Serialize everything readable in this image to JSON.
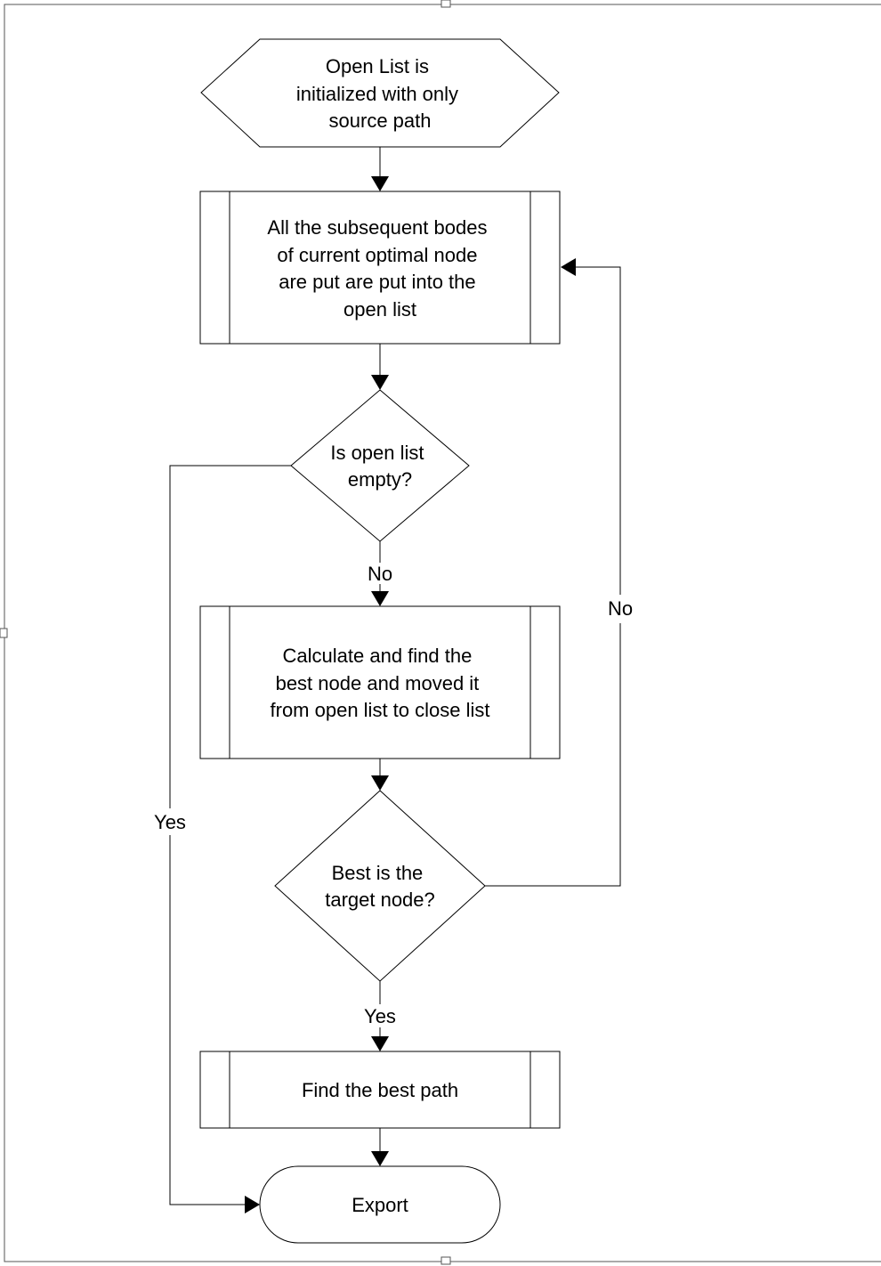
{
  "nodes": {
    "start": {
      "lines": [
        "Open List is",
        "initialized with only",
        "source path"
      ]
    },
    "expand": {
      "lines": [
        "All the subsequent bodes",
        "of current optimal node",
        "are put are put into the",
        "open list"
      ]
    },
    "decision_empty": {
      "lines": [
        "Is open list",
        "empty?"
      ]
    },
    "calculate": {
      "lines": [
        "Calculate and find the",
        "best node and moved it",
        "from open list to close list"
      ]
    },
    "decision_target": {
      "lines": [
        "Best is the",
        "target node?"
      ]
    },
    "find_path": {
      "lines": [
        "Find the best path"
      ]
    },
    "export": {
      "lines": [
        "Export"
      ]
    }
  },
  "edge_labels": {
    "empty_no": "No",
    "empty_yes": "Yes",
    "target_no": "No",
    "target_yes": "Yes"
  }
}
